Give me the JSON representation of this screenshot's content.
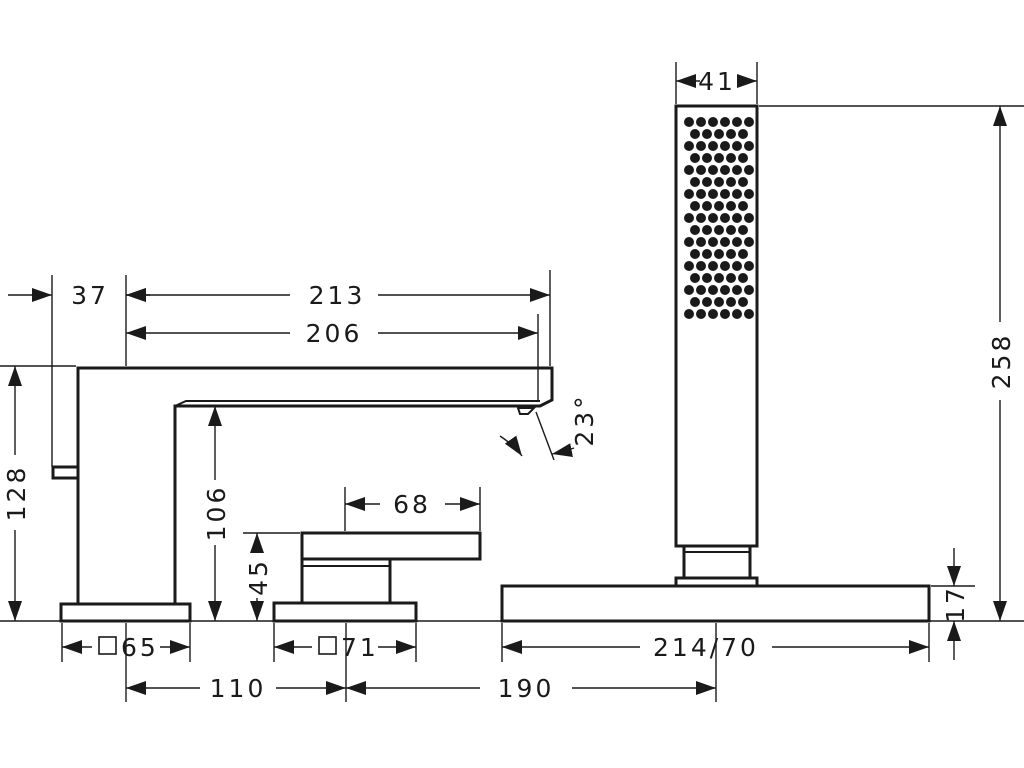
{
  "dimensions": {
    "spout_offset": "37",
    "spout_total_length": "213",
    "spout_reach": "206",
    "spout_height": "128",
    "spout_clearance": "106",
    "spout_angle": "23°",
    "spout_base": "65",
    "handle_length": "68",
    "handle_height": "45",
    "handle_base": "71",
    "spacing_spout_handle": "110",
    "spacing_handle_shower": "190",
    "shower_head_width": "41",
    "shower_total_height": "258",
    "shower_base_height": "17",
    "shower_base_length": "214/70"
  },
  "colors": {
    "line": "#1a1a1a",
    "background": "#ffffff"
  }
}
